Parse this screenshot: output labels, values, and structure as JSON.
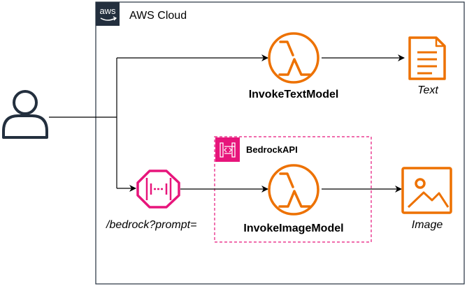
{
  "aws_cloud": {
    "title": "AWS Cloud",
    "logo_text": "aws"
  },
  "nodes": {
    "user": {
      "icon": "user-icon"
    },
    "api_endpoint": {
      "icon": "api-gateway-endpoint-icon",
      "label": "/bedrock?prompt="
    },
    "invoke_text_model": {
      "icon": "lambda-icon",
      "label": "InvokeTextModel"
    },
    "invoke_image_model": {
      "icon": "lambda-icon",
      "label": "InvokeImageModel"
    },
    "text_output": {
      "icon": "document-icon",
      "label": "Text"
    },
    "image_output": {
      "icon": "image-icon",
      "label": "Image"
    }
  },
  "bedrock_api_group": {
    "label": "BedrockAPI",
    "icon": "api-gateway-icon"
  },
  "colors": {
    "lambda_orange": "#ED7100",
    "api_pink": "#E7157B",
    "aws_dark": "#232F3E",
    "line": "#000000"
  }
}
